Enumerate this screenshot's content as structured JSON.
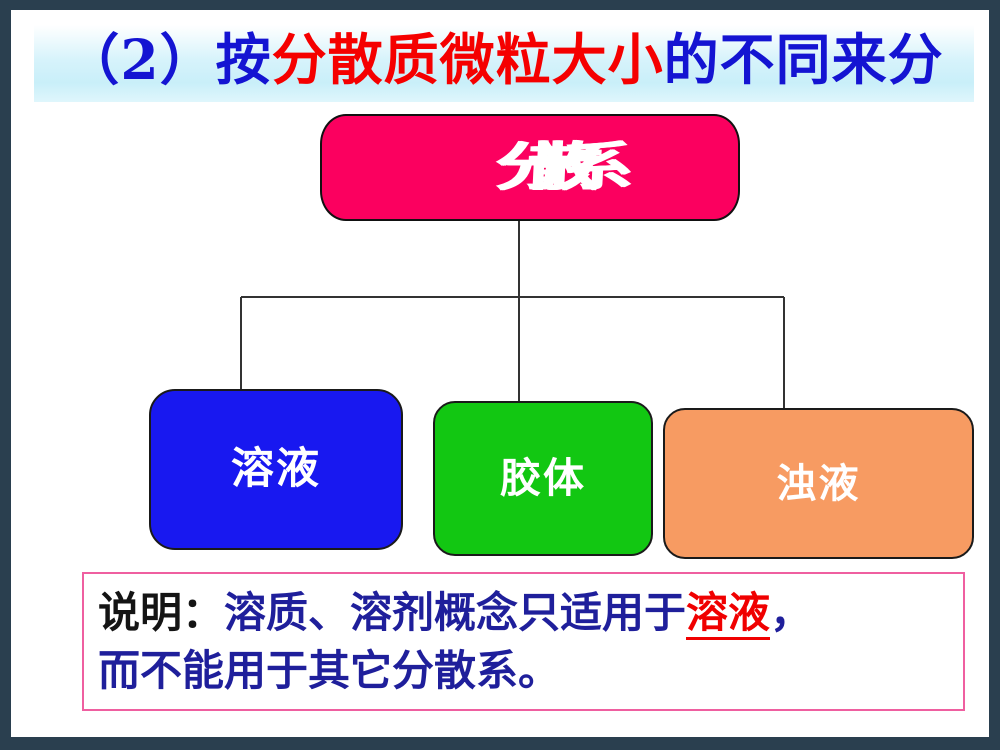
{
  "slide": {
    "frame_color": "#2a3f4f",
    "background": "#ffffff"
  },
  "title": {
    "full_text": "（2）按分散质微粒大小的不同来分",
    "segments": [
      {
        "text": "（2）按",
        "color": "#1414d2"
      },
      {
        "text": "分散质微粒大小",
        "color": "#f50000"
      },
      {
        "text": "的不同来分",
        "color": "#1414d2"
      }
    ],
    "banner_color": "#d7f3fb"
  },
  "diagram": {
    "root": {
      "label": "分散系",
      "fill": "#fb005f",
      "text_color": "#ffffff",
      "note": "rendered with overlapping/squeezed glyphs"
    },
    "children": [
      {
        "label": "溶液",
        "fill": "#1818f0",
        "text_color": "#ffffff"
      },
      {
        "label": "胶体",
        "fill": "#12c712",
        "text_color": "#ffffff"
      },
      {
        "label": "浊液",
        "fill": "#f79b62",
        "text_color": "#ffffff"
      }
    ],
    "connector_color": "#333333"
  },
  "note": {
    "border_color": "#ef5fa0",
    "line1": {
      "prefix": "说明：",
      "prefix_color": "#141414",
      "body": "溶质、溶剂概念只适用于",
      "body_color": "#1f1f9b",
      "highlight": "溶液",
      "highlight_color": "#f00000",
      "suffix": "，"
    },
    "line2": {
      "text": "而不能用于其它分散系。",
      "color": "#1f1f9b"
    }
  }
}
